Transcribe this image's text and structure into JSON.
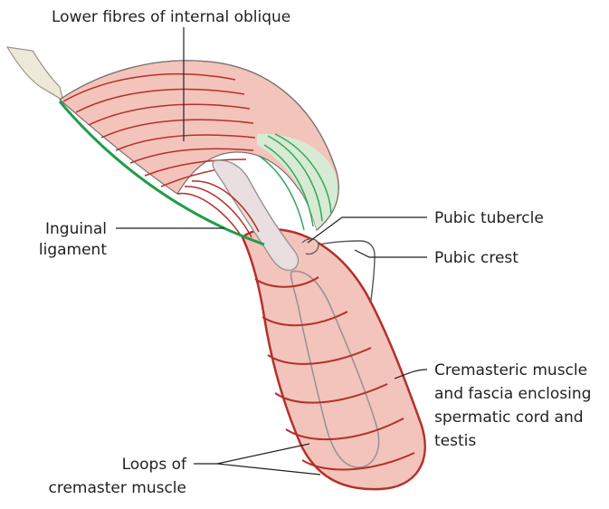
{
  "labels": {
    "lower_fibres": "Lower fibres of internal oblique",
    "inguinal_1": "Inguinal",
    "inguinal_2": "ligament",
    "pubic_tubercle": "Pubic tubercle",
    "pubic_crest": "Pubic crest",
    "cremasteric_1": "Cremasteric muscle",
    "cremasteric_2": "and fascia enclosing",
    "cremasteric_3": "spermatic cord and",
    "cremasteric_4": "testis",
    "loops_1": "Loops of",
    "loops_2": "cremaster muscle"
  },
  "colors": {
    "muscle_fill": "#f2c4bb",
    "muscle_line": "#b5302b",
    "tendon_fill": "#d7ead3",
    "tendon_line": "#33a65a",
    "ligament": "#1f9d4a",
    "bone": "#ede8d8",
    "cord": "#e9dfe0"
  }
}
